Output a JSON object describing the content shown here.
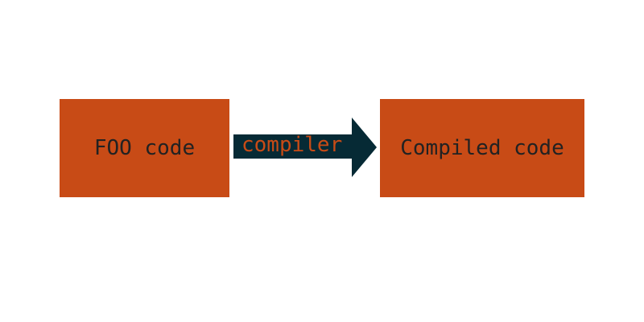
{
  "diagram": {
    "nodes": [
      {
        "id": "source",
        "label": "FOO code"
      },
      {
        "id": "target",
        "label": "Compiled code"
      }
    ],
    "edges": [
      {
        "from": "source",
        "to": "target",
        "label": "compiler"
      }
    ]
  },
  "colors": {
    "box_fill": "#c84b16",
    "box_text": "#222222",
    "arrow_fill": "#062a35",
    "arrow_text": "#c84b16",
    "background": "#ffffff"
  }
}
